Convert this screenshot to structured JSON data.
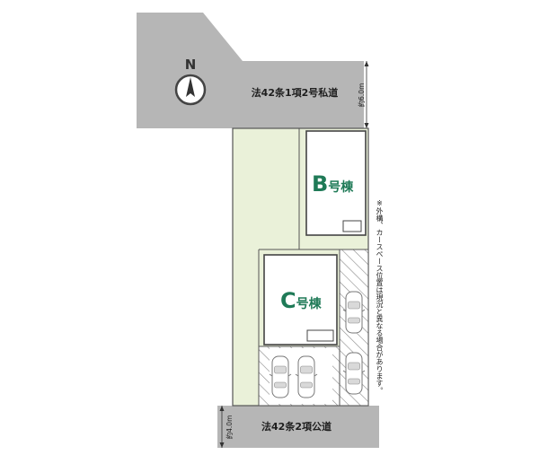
{
  "north": {
    "letter": "N",
    "icon": "north-arrow-icon"
  },
  "roads": {
    "north": {
      "label": "法42条1項2号私道",
      "width": "約6.0m"
    },
    "south": {
      "label": "法42条2項公道",
      "width": "約4.0m"
    }
  },
  "buildings": [
    {
      "letter": "B",
      "suffix": "号棟"
    },
    {
      "letter": "C",
      "suffix": "号棟"
    }
  ],
  "note": "※外構、カースペース位置は現況と異なる場合があります。",
  "colors": {
    "road": "#b6b6b6",
    "lot": "#eaf1d9",
    "building_text": "#1f7a57",
    "outline": "#555555",
    "hatch": "#8a8a8a"
  },
  "car_icon": "car-icon"
}
